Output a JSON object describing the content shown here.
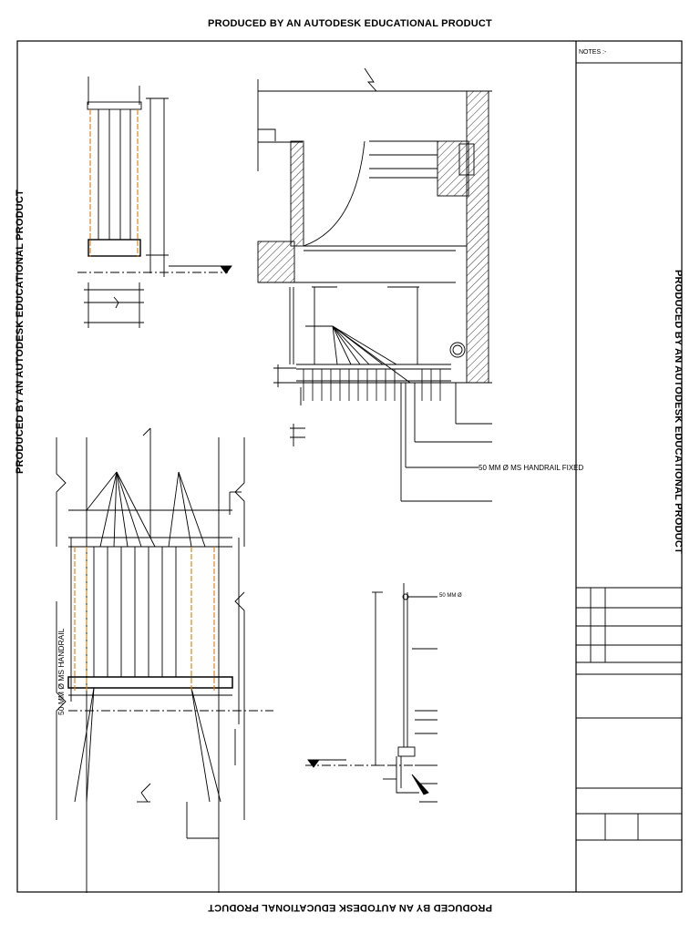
{
  "watermark": {
    "text": "PRODUCED BY AN AUTODESK EDUCATIONAL PRODUCT"
  },
  "title_block": {
    "notes_label": "NOTES :-"
  },
  "annotations": {
    "handrail_fixed": "50 MM Ø MS HANDRAIL FIXED",
    "handrail_diameter": "50 MM Ø",
    "handrail_label": "50 MM Ø MS HANDRAIL"
  },
  "colors": {
    "lines": "#000000",
    "balusters": "#e07b00",
    "background": "#ffffff"
  }
}
